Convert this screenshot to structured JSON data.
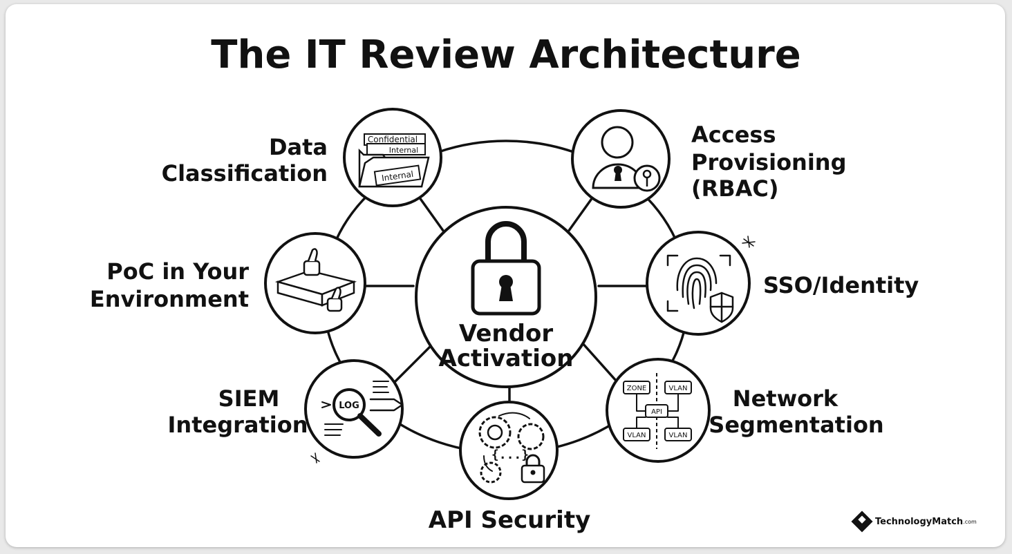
{
  "title": "The IT Review Architecture",
  "center": {
    "line1": "Vendor",
    "line2": "Activation"
  },
  "nodes": {
    "data_classification": {
      "label_lines": [
        "Data",
        "Classification"
      ],
      "folder_tabs": [
        "Confidential",
        "Internal",
        "Internal"
      ]
    },
    "access_provisioning": {
      "label_lines": [
        "Access",
        "Provisioning",
        "(RBAC)"
      ]
    },
    "sso_identity": {
      "label_lines": [
        "SSO/Identity"
      ]
    },
    "network_segmentation": {
      "label_lines": [
        "Network",
        "Segmentation"
      ],
      "boxes": [
        "ZONE",
        "VLAN",
        "API",
        "VLAN",
        "VLAN"
      ]
    },
    "api_security": {
      "label_lines": [
        "API Security"
      ],
      "code_glyph": "{...}"
    },
    "siem_integration": {
      "label_lines": [
        "SIEM",
        "Integration"
      ],
      "lens_text": "LOG"
    },
    "poc_environment": {
      "label_lines": [
        "PoC in Your",
        "Environment"
      ]
    }
  },
  "brand": {
    "name": "TechnologyMatch",
    "domain": ".com"
  }
}
